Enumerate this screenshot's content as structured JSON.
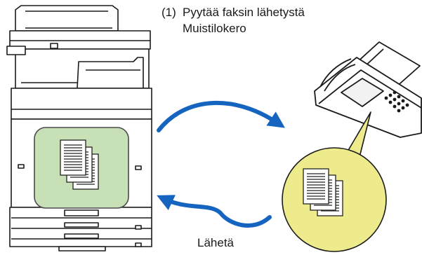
{
  "step": {
    "number": "(1)",
    "title": "Pyytää faksin lähetystä",
    "subtitle": "Muistilokero"
  },
  "send_label": "Lähetä",
  "colors": {
    "memory_box_fill": "#c8e0b6",
    "memory_box_stroke": "#4a4a4a",
    "callout_fill": "#eeeb8c",
    "arrow_blue": "#1565c0",
    "outline": "#1a1a1a"
  },
  "icons": [
    "copier-machine-icon",
    "fax-machine-icon",
    "document-stack-icon",
    "curved-arrow-icon"
  ]
}
